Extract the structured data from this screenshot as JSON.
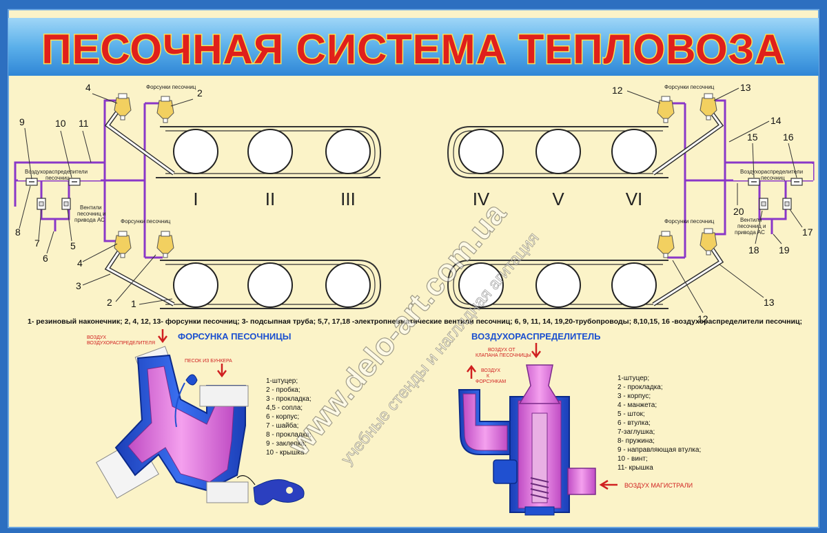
{
  "header": {
    "title": "ПЕСОЧНАЯ СИСТЕМА ТЕПЛОВОЗА"
  },
  "diagram": {
    "left": {
      "nozzles_top_label": "Форсунки песочниц",
      "nozzles_bottom_label": "Форсунки песочниц",
      "distributor_label_1": "Воздухораспределители",
      "distributor_label_2": "песочниц",
      "valves_label_1": "Вентили",
      "valves_label_2": "песочниц и",
      "valves_label_3": "привода АС",
      "numbers": {
        "n1": "1",
        "n2a": "2",
        "n2b": "2",
        "n3": "3",
        "n4a": "4",
        "n4b": "4",
        "n5": "5",
        "n6": "6",
        "n7": "7",
        "n8": "8",
        "n9": "9",
        "n10": "10",
        "n11": "11"
      }
    },
    "right": {
      "nozzles_top_label": "Форсунки песочниц",
      "nozzles_bottom_label": "Форсунки песочниц",
      "distributor_label_1": "Воздухораспределители",
      "distributor_label_2": "песочниц",
      "valves_label_1": "Вентили",
      "valves_label_2": "песочниц и",
      "valves_label_3": "привода АС",
      "numbers": {
        "n12a": "12",
        "n12b": "12",
        "n13a": "13",
        "n13b": "13",
        "n14": "14",
        "n15": "15",
        "n16": "16",
        "n17": "17",
        "n18": "18",
        "n19": "19",
        "n20": "20"
      }
    },
    "axles": [
      "I",
      "II",
      "III",
      "IV",
      "V",
      "VI"
    ]
  },
  "legend_line": "1- резиновый наконечник; 2, 4, 12, 13- форсунки песочниц; 3- подсыпная труба; 5,7, 17,18 -электропневматические вентили песочниц; 6, 9, 11, 14, 19,20-трубопроводы; 8,10,15, 16 -воздухораспределители песочниц;",
  "nozzle_section": {
    "title": "ФОРСУНКА ПЕСОЧНИЦЫ",
    "air_label_1": "ВОЗДУХ",
    "air_label_2": "ВОЗДУХОРАСПРЕДЕЛИТЕЛЯ",
    "sand_label": "ПЕСОК ИЗ БУНКЕРА",
    "parts": [
      "1-штуцер;",
      "2 - пробка;",
      "3 - прокладка;",
      "4,5 - сопла;",
      "6 - корпус;",
      "7 - шайба;",
      "8 - прокладка;",
      "9 - заклепка;",
      "10 - крышка"
    ]
  },
  "distributor_section": {
    "title": "ВОЗДУХОРАСПРЕДЕЛИТЕЛЬ",
    "air_from_valve_1": "ВОЗДУХ ОТ",
    "air_from_valve_2": "КЛАПАНА ПЕСОЧНИЦЫ",
    "air_to_1": "ВОЗДУХ",
    "air_to_2": "К",
    "air_to_3": "ФОРСУНКАМ",
    "main_air": "ВОЗДУХ МАГИСТРАЛИ",
    "parts": [
      "1-штуцер;",
      "2 - прокладка;",
      "3 - корпус;",
      "4 - манжета;",
      "5 - шток;",
      "6 - втулка;",
      "7-заглушка;",
      "8- пружина;",
      "9 - направляющая втулка;",
      "10 - винт;",
      "11- крышка"
    ]
  },
  "watermark": {
    "line1": "www.delo-art.com.ua",
    "line2": "учебные стенды и наглядная агитация"
  },
  "colors": {
    "frame": "#2d6fc0",
    "background": "#fbf3c8",
    "title_red": "#e0201b",
    "title_outline": "#f6e35a",
    "pipe_purple": "#8a37c8",
    "section_blue": "#1a4fd0",
    "section_magenta": "#e070d8"
  }
}
